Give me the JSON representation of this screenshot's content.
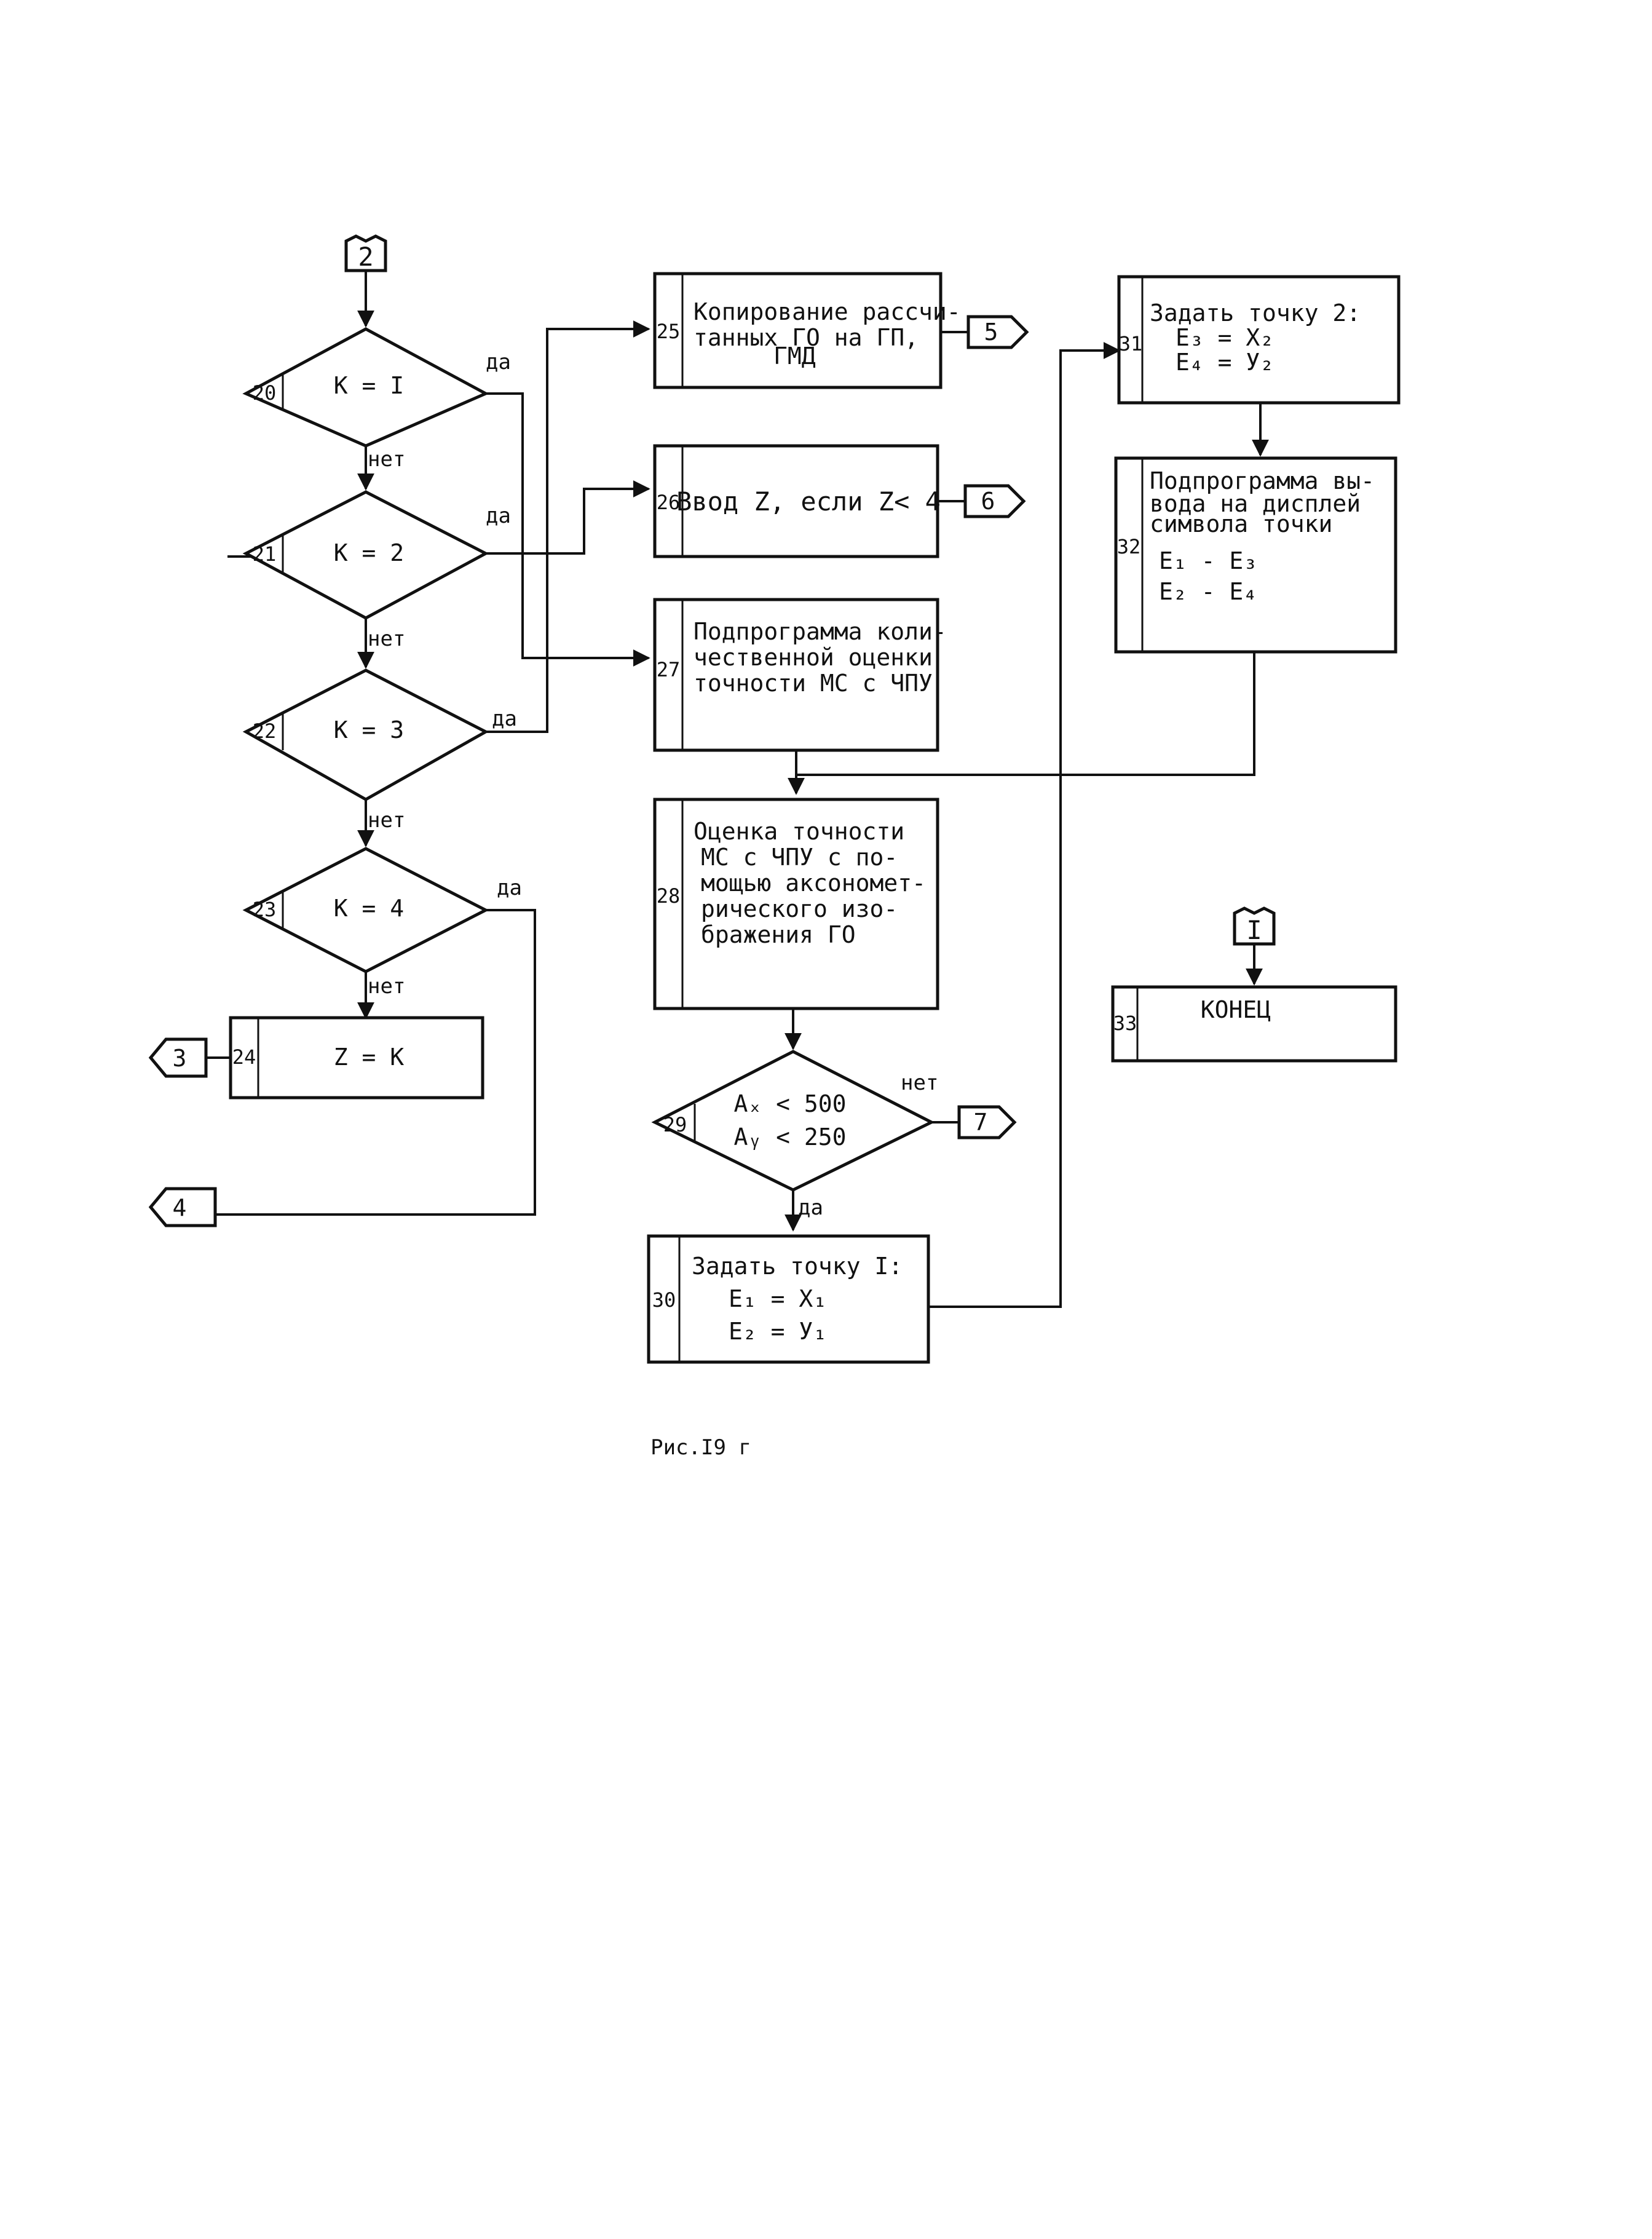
{
  "connectors": {
    "entry_2": "2",
    "entry_I": "I",
    "out_3": "3",
    "out_4": "4",
    "out_5": "5",
    "out_6": "6",
    "out_7": "7"
  },
  "decisions": {
    "d20": {
      "num": "20",
      "text": "K = I"
    },
    "d21": {
      "num": "21",
      "text": "K = 2"
    },
    "d22": {
      "num": "22",
      "text": "K = 3"
    },
    "d23": {
      "num": "23",
      "text": "K = 4"
    },
    "d29": {
      "num": "29",
      "line1": "Aₓ < 500",
      "line2": "Aᵧ < 250"
    }
  },
  "branch_labels": {
    "yes": "да",
    "no": "нет"
  },
  "blocks": {
    "b24": {
      "num": "24",
      "text": "Z = K"
    },
    "b25": {
      "num": "25",
      "line1": "Копирование рассчи-",
      "line2": "танных ГО на ГП,",
      "line3": "ГМД"
    },
    "b26": {
      "num": "26",
      "text": "Ввод Z, если Z< 4"
    },
    "b27": {
      "num": "27",
      "line1": "Подпрограмма коли-",
      "line2": "чественной оценки",
      "line3": "точности МС с ЧПУ"
    },
    "b28": {
      "num": "28",
      "line1": "Оценка точности",
      "line2": "МС с ЧПУ с по-",
      "line3": "мощью аксономет-",
      "line4": "рического изо-",
      "line5": "бражения ГО"
    },
    "b30": {
      "num": "30",
      "line1": "Задать точку I:",
      "line2": "E₁ = X₁",
      "line3": "E₂ = У₁"
    },
    "b31": {
      "num": "31",
      "line1": "Задать точку 2:",
      "line2": "E₃ = X₂",
      "line3": "E₄ = У₂"
    },
    "b32": {
      "num": "32",
      "line1": "Подпрограмма вы-",
      "line2": "вода на дисплей",
      "line3": "символа точки",
      "line4": "E₁ - E₃",
      "line5": "E₂ - E₄"
    },
    "b33": {
      "num": "33",
      "text": "КОНЕЦ"
    }
  },
  "caption": "Рис.I9 г"
}
